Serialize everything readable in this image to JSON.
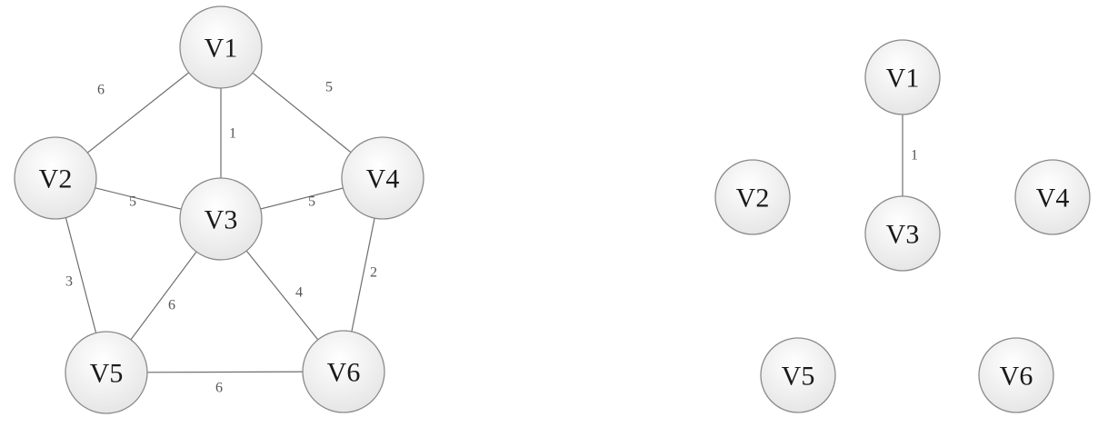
{
  "graphs": [
    {
      "name": "original-graph",
      "nodes": [
        {
          "id": "V1",
          "label": "V1"
        },
        {
          "id": "V2",
          "label": "V2"
        },
        {
          "id": "V3",
          "label": "V3"
        },
        {
          "id": "V4",
          "label": "V4"
        },
        {
          "id": "V5",
          "label": "V5"
        },
        {
          "id": "V6",
          "label": "V6"
        }
      ],
      "edges": [
        {
          "from": "V1",
          "to": "V2",
          "weight": "6"
        },
        {
          "from": "V1",
          "to": "V3",
          "weight": "1"
        },
        {
          "from": "V1",
          "to": "V4",
          "weight": "5"
        },
        {
          "from": "V2",
          "to": "V3",
          "weight": "5"
        },
        {
          "from": "V3",
          "to": "V4",
          "weight": "5"
        },
        {
          "from": "V2",
          "to": "V5",
          "weight": "3"
        },
        {
          "from": "V3",
          "to": "V5",
          "weight": "6"
        },
        {
          "from": "V3",
          "to": "V6",
          "weight": "4"
        },
        {
          "from": "V4",
          "to": "V6",
          "weight": "2"
        },
        {
          "from": "V5",
          "to": "V6",
          "weight": "6"
        }
      ]
    },
    {
      "name": "spanning-tree-step",
      "nodes": [
        {
          "id": "V1",
          "label": "V1"
        },
        {
          "id": "V2",
          "label": "V2"
        },
        {
          "id": "V3",
          "label": "V3"
        },
        {
          "id": "V4",
          "label": "V4"
        },
        {
          "id": "V5",
          "label": "V5"
        },
        {
          "id": "V6",
          "label": "V6"
        }
      ],
      "edges": [
        {
          "from": "V1",
          "to": "V3",
          "weight": "1"
        }
      ]
    }
  ],
  "colors": {
    "node_fill_top": "#ffffff",
    "node_fill_bottom": "#e6e6e6",
    "node_stroke": "#8a8a8a",
    "edge": "#6e6e6e",
    "text": "#1a1a1a"
  }
}
